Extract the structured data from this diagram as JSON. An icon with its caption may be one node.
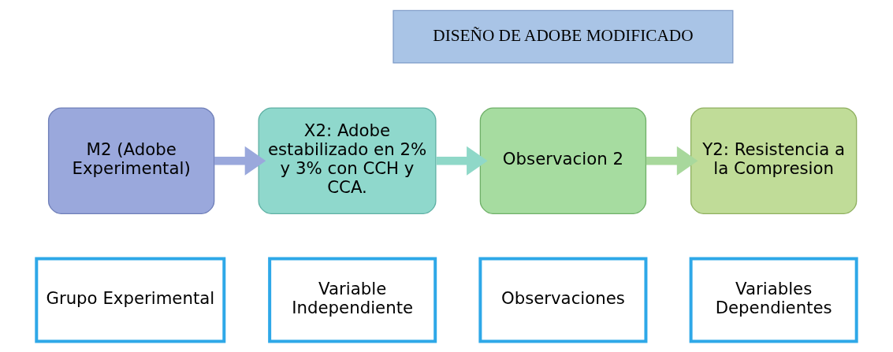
{
  "diagram": {
    "nodes": [
      {
        "text": [
          "DISEÑO DE ADOBE MODIFICADO"
        ]
      },
      {
        "text": [
          "M2 (Adobe Experimental)"
        ]
      },
      {
        "text": [
          "X2: Adobe estabilizado en 2% y 3% con CCH y CCA."
        ]
      },
      {
        "text": [
          "Observacion 2"
        ]
      },
      {
        "text": [
          "Y2: Resistencia a la Compresion"
        ]
      },
      {
        "text": [
          "Grupo Experimental"
        ]
      },
      {
        "text": [
          "Variable Independiente"
        ]
      },
      {
        "text": [
          "Observaciones"
        ]
      },
      {
        "text": [
          "Variables Dependientes"
        ]
      }
    ],
    "edges": [
      {
        "from": 1,
        "to": 2,
        "arrow": "to",
        "color": "#9aa8dc"
      },
      {
        "from": 2,
        "to": 3,
        "arrow": "to",
        "color": "#8fd8c8"
      },
      {
        "from": 3,
        "to": 4,
        "arrow": "to",
        "color": "#a8d89c"
      }
    ]
  }
}
